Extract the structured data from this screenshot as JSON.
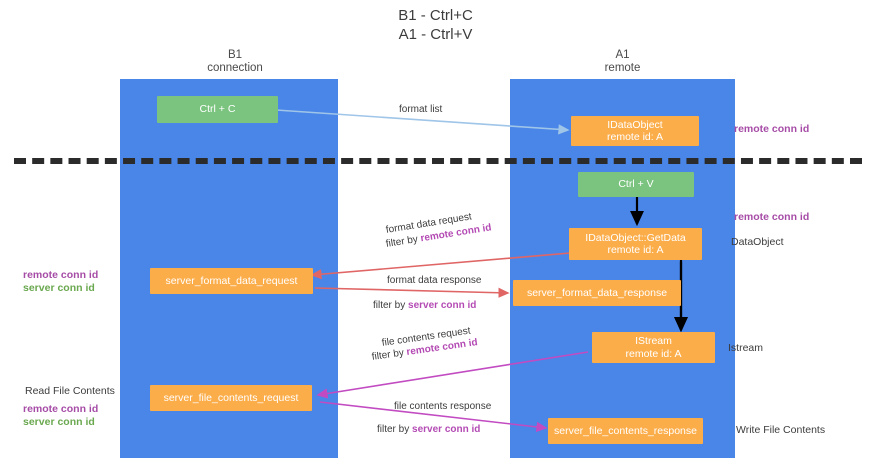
{
  "title": "B1 - Ctrl+C\nA1 - Ctrl+V",
  "columns": {
    "left": {
      "name": "B1",
      "role": "connection",
      "header": "B1\nconnection"
    },
    "right": {
      "name": "A1",
      "role": "remote",
      "header": "A1\nremote"
    }
  },
  "nodes": {
    "ctrl_c": "Ctrl + C",
    "ctrl_v": "Ctrl + V",
    "idataobject": "IDataObject\nremote id: A",
    "getdata": "IDataObject::GetData\nremote id: A",
    "istream": "IStream\nremote id: A",
    "server_format_data_request": "server_format_data_request",
    "server_format_data_response": "server_format_data_response",
    "server_file_contents_request": "server_file_contents_request",
    "server_file_contents_response": "server_file_contents_response"
  },
  "edges": {
    "format_list": "format list",
    "format_data_request": "format data request",
    "format_data_request_filter_prefix": "filter by ",
    "format_data_request_filter_value": "remote conn id",
    "format_data_response": "format data response",
    "format_data_response_filter_prefix": "filter by ",
    "format_data_response_filter_value": "server conn id",
    "file_contents_request": "file contents request",
    "file_contents_request_filter_prefix": "filter by ",
    "file_contents_request_filter_value": "remote conn id",
    "file_contents_response": "file contents response",
    "file_contents_response_filter_prefix": "filter by ",
    "file_contents_response_filter_value": "server conn id"
  },
  "annotations": {
    "right_remote_conn_id_top": "remote conn id",
    "right_remote_conn_id_mid": "remote conn id",
    "right_dataobject": "DataObject",
    "right_istream": "Istream",
    "right_write_file_contents": "Write File Contents",
    "left_remote_conn_id": "remote conn id",
    "left_server_conn_id": "server conn id",
    "left_read_file_contents": "Read File Contents",
    "left_remote_conn_id_2": "remote conn id",
    "left_server_conn_id_2": "server conn id"
  },
  "colors": {
    "lane": "#4a86e8",
    "green_node": "#7bc47f",
    "orange_node": "#fbad4a",
    "purple_label": "#a64ca6",
    "green_label": "#6aa84f",
    "red_arrow": "#e06666",
    "magenta_arrow": "#c24bc2",
    "blue_arrow": "#9fc5e8",
    "black_arrow": "#000000",
    "divider": "#2b2b2b",
    "background": "#ffffff"
  }
}
